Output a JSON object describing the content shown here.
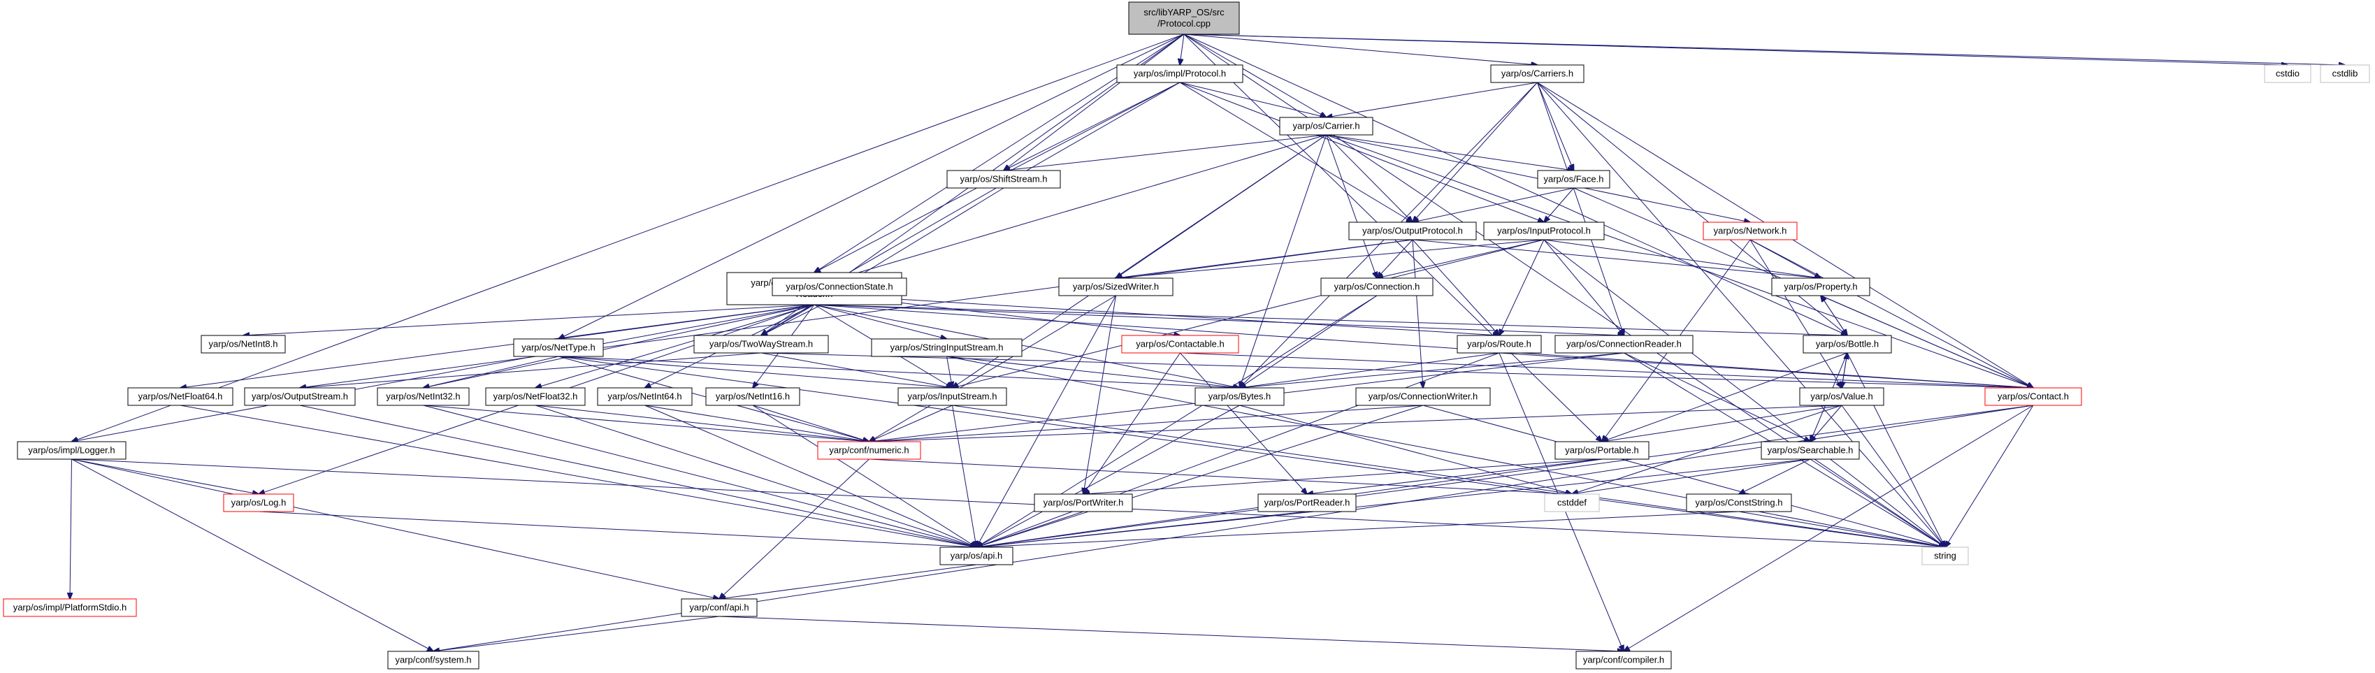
{
  "colors": {
    "root_fill": "#bfbfbf",
    "node_fill": "#ffffff",
    "node_border": "#000000",
    "red_border": "#ff0000",
    "external_border": "#bfbfbf",
    "edge": "#191970"
  },
  "nodes": [
    {
      "id": "root",
      "lines": [
        "src/libYARP_OS/src",
        "/Protocol.cpp"
      ],
      "style": "root"
    },
    {
      "id": "implprotocol",
      "lines": [
        "yarp/os/impl/Protocol.h"
      ],
      "style": "normal"
    },
    {
      "id": "carriers",
      "lines": [
        "yarp/os/Carriers.h"
      ],
      "style": "normal"
    },
    {
      "id": "cstdio",
      "lines": [
        "cstdio"
      ],
      "style": "external"
    },
    {
      "id": "cstdlib",
      "lines": [
        "cstdlib"
      ],
      "style": "external"
    },
    {
      "id": "carrier",
      "lines": [
        "yarp/os/Carrier.h"
      ],
      "style": "normal"
    },
    {
      "id": "shiftstream",
      "lines": [
        "yarp/os/ShiftStream.h"
      ],
      "style": "normal"
    },
    {
      "id": "face",
      "lines": [
        "yarp/os/Face.h"
      ],
      "style": "normal"
    },
    {
      "id": "outputprotocol",
      "lines": [
        "yarp/os/OutputProtocol.h"
      ],
      "style": "normal"
    },
    {
      "id": "inputprotocol",
      "lines": [
        "yarp/os/InputProtocol.h"
      ],
      "style": "normal"
    },
    {
      "id": "network",
      "lines": [
        "yarp/os/Network.h"
      ],
      "style": "red"
    },
    {
      "id": "streamconn",
      "lines": [
        "yarp/os/impl/StreamConnection",
        "Reader.h"
      ],
      "style": "normal"
    },
    {
      "id": "connstate",
      "lines": [
        "yarp/os/ConnectionState.h"
      ],
      "style": "normal"
    },
    {
      "id": "sizedwriter",
      "lines": [
        "yarp/os/SizedWriter.h"
      ],
      "style": "normal"
    },
    {
      "id": "connection",
      "lines": [
        "yarp/os/Connection.h"
      ],
      "style": "normal"
    },
    {
      "id": "property",
      "lines": [
        "yarp/os/Property.h"
      ],
      "style": "normal"
    },
    {
      "id": "netint8",
      "lines": [
        "yarp/os/NetInt8.h"
      ],
      "style": "normal"
    },
    {
      "id": "twowaystream",
      "lines": [
        "yarp/os/TwoWayStream.h"
      ],
      "style": "normal"
    },
    {
      "id": "contactable",
      "lines": [
        "yarp/os/Contactable.h"
      ],
      "style": "red"
    },
    {
      "id": "route",
      "lines": [
        "yarp/os/Route.h"
      ],
      "style": "normal"
    },
    {
      "id": "connreader",
      "lines": [
        "yarp/os/ConnectionReader.h"
      ],
      "style": "normal"
    },
    {
      "id": "bottle",
      "lines": [
        "yarp/os/Bottle.h"
      ],
      "style": "normal"
    },
    {
      "id": "nettype",
      "lines": [
        "yarp/os/NetType.h"
      ],
      "style": "normal"
    },
    {
      "id": "stringinputstream",
      "lines": [
        "yarp/os/StringInputStream.h"
      ],
      "style": "normal"
    },
    {
      "id": "netfloat64",
      "lines": [
        "yarp/os/NetFloat64.h"
      ],
      "style": "normal"
    },
    {
      "id": "outputstream",
      "lines": [
        "yarp/os/OutputStream.h"
      ],
      "style": "normal"
    },
    {
      "id": "netint32",
      "lines": [
        "yarp/os/NetInt32.h"
      ],
      "style": "normal"
    },
    {
      "id": "netfloat32",
      "lines": [
        "yarp/os/NetFloat32.h"
      ],
      "style": "normal"
    },
    {
      "id": "netint64",
      "lines": [
        "yarp/os/NetInt64.h"
      ],
      "style": "normal"
    },
    {
      "id": "netint16",
      "lines": [
        "yarp/os/NetInt16.h"
      ],
      "style": "normal"
    },
    {
      "id": "inputstream",
      "lines": [
        "yarp/os/InputStream.h"
      ],
      "style": "normal"
    },
    {
      "id": "bytes",
      "lines": [
        "yarp/os/Bytes.h"
      ],
      "style": "normal"
    },
    {
      "id": "connwriter",
      "lines": [
        "yarp/os/ConnectionWriter.h"
      ],
      "style": "normal"
    },
    {
      "id": "contact",
      "lines": [
        "yarp/os/Contact.h"
      ],
      "style": "red"
    },
    {
      "id": "value",
      "lines": [
        "yarp/os/Value.h"
      ],
      "style": "normal"
    },
    {
      "id": "logger",
      "lines": [
        "yarp/os/impl/Logger.h"
      ],
      "style": "normal"
    },
    {
      "id": "numeric",
      "lines": [
        "yarp/conf/numeric.h"
      ],
      "style": "red"
    },
    {
      "id": "portable",
      "lines": [
        "yarp/os/Portable.h"
      ],
      "style": "normal"
    },
    {
      "id": "searchable",
      "lines": [
        "yarp/os/Searchable.h"
      ],
      "style": "normal"
    },
    {
      "id": "log",
      "lines": [
        "yarp/os/Log.h"
      ],
      "style": "red"
    },
    {
      "id": "cstddef",
      "lines": [
        "cstddef"
      ],
      "style": "external"
    },
    {
      "id": "portwriter",
      "lines": [
        "yarp/os/PortWriter.h"
      ],
      "style": "normal"
    },
    {
      "id": "portreader",
      "lines": [
        "yarp/os/PortReader.h"
      ],
      "style": "normal"
    },
    {
      "id": "conststring",
      "lines": [
        "yarp/os/ConstString.h"
      ],
      "style": "normal"
    },
    {
      "id": "osapi",
      "lines": [
        "yarp/os/api.h"
      ],
      "style": "normal"
    },
    {
      "id": "string",
      "lines": [
        "string"
      ],
      "style": "external"
    },
    {
      "id": "platformstdio",
      "lines": [
        "yarp/os/impl/PlatformStdio.h"
      ],
      "style": "red"
    },
    {
      "id": "confapi",
      "lines": [
        "yarp/conf/api.h"
      ],
      "style": "normal"
    },
    {
      "id": "system",
      "lines": [
        "yarp/conf/system.h"
      ],
      "style": "normal"
    },
    {
      "id": "compiler",
      "lines": [
        "yarp/conf/compiler.h"
      ],
      "style": "normal"
    }
  ],
  "edges": [
    [
      "root",
      "implprotocol"
    ],
    [
      "root",
      "carriers"
    ],
    [
      "root",
      "cstdio"
    ],
    [
      "root",
      "cstdlib"
    ],
    [
      "root",
      "carrier"
    ],
    [
      "root",
      "shiftstream"
    ],
    [
      "root",
      "streamconn"
    ],
    [
      "root",
      "nettype"
    ],
    [
      "root",
      "twowaystream"
    ],
    [
      "root",
      "logger"
    ],
    [
      "root",
      "bottle"
    ],
    [
      "root",
      "portable"
    ],
    [
      "root",
      "string"
    ],
    [
      "implprotocol",
      "carrier"
    ],
    [
      "implprotocol",
      "shiftstream"
    ],
    [
      "implprotocol",
      "streamconn"
    ],
    [
      "implprotocol",
      "connstate"
    ],
    [
      "implprotocol",
      "outputprotocol"
    ],
    [
      "implprotocol",
      "inputprotocol"
    ],
    [
      "carriers",
      "carrier"
    ],
    [
      "carriers",
      "face"
    ],
    [
      "carriers",
      "outputprotocol"
    ],
    [
      "carriers",
      "connreader"
    ],
    [
      "carriers",
      "bytes"
    ],
    [
      "carriers",
      "bottle"
    ],
    [
      "carriers",
      "contact"
    ],
    [
      "carriers",
      "string"
    ],
    [
      "carrier",
      "shiftstream"
    ],
    [
      "carrier",
      "face"
    ],
    [
      "carrier",
      "network"
    ],
    [
      "carrier",
      "outputprotocol"
    ],
    [
      "carrier",
      "connection"
    ],
    [
      "carrier",
      "sizedwriter"
    ],
    [
      "carrier",
      "bytes"
    ],
    [
      "carrier",
      "connstate"
    ],
    [
      "carrier",
      "inputstream"
    ],
    [
      "carrier",
      "contact"
    ],
    [
      "shiftstream",
      "twowaystream"
    ],
    [
      "face",
      "outputprotocol"
    ],
    [
      "face",
      "inputprotocol"
    ],
    [
      "face",
      "contact"
    ],
    [
      "outputprotocol",
      "connection"
    ],
    [
      "outputprotocol",
      "sizedwriter"
    ],
    [
      "outputprotocol",
      "route"
    ],
    [
      "outputprotocol",
      "property"
    ],
    [
      "outputprotocol",
      "connwriter"
    ],
    [
      "outputprotocol",
      "outputstream"
    ],
    [
      "inputprotocol",
      "connection"
    ],
    [
      "inputprotocol",
      "route"
    ],
    [
      "inputprotocol",
      "connreader"
    ],
    [
      "inputprotocol",
      "property"
    ],
    [
      "inputprotocol",
      "sizedwriter"
    ],
    [
      "inputprotocol",
      "inputstream"
    ],
    [
      "inputprotocol",
      "string"
    ],
    [
      "network",
      "property"
    ],
    [
      "network",
      "contact"
    ],
    [
      "network",
      "value"
    ],
    [
      "network",
      "portable"
    ],
    [
      "streamconn",
      "nettype"
    ],
    [
      "streamconn",
      "netint8"
    ],
    [
      "streamconn",
      "twowaystream"
    ],
    [
      "streamconn",
      "stringinputstream"
    ],
    [
      "streamconn",
      "netfloat64"
    ],
    [
      "streamconn",
      "netint32"
    ],
    [
      "streamconn",
      "netfloat32"
    ],
    [
      "streamconn",
      "netint64"
    ],
    [
      "streamconn",
      "netint16"
    ],
    [
      "streamconn",
      "inputstream"
    ],
    [
      "streamconn",
      "bytes"
    ],
    [
      "streamconn",
      "connreader"
    ],
    [
      "streamconn",
      "bottle"
    ],
    [
      "streamconn",
      "logger"
    ],
    [
      "streamconn",
      "contact"
    ],
    [
      "connstate",
      "twowaystream"
    ],
    [
      "connstate",
      "contactable"
    ],
    [
      "connstate",
      "route"
    ],
    [
      "connstate",
      "log"
    ],
    [
      "sizedwriter",
      "portwriter"
    ],
    [
      "sizedwriter",
      "osapi"
    ],
    [
      "sizedwriter",
      "numeric"
    ],
    [
      "connection",
      "bytes"
    ],
    [
      "connection",
      "osapi"
    ],
    [
      "property",
      "bottle"
    ],
    [
      "property",
      "contact"
    ],
    [
      "twowaystream",
      "inputstream"
    ],
    [
      "twowaystream",
      "outputstream"
    ],
    [
      "twowaystream",
      "contact"
    ],
    [
      "contactable",
      "contact"
    ],
    [
      "contactable",
      "portwriter"
    ],
    [
      "contactable",
      "portreader"
    ],
    [
      "route",
      "contact"
    ],
    [
      "route",
      "bytes"
    ],
    [
      "route",
      "osapi"
    ],
    [
      "route",
      "compiler"
    ],
    [
      "connreader",
      "bytes"
    ],
    [
      "connreader",
      "searchable"
    ],
    [
      "connreader",
      "numeric"
    ],
    [
      "connreader",
      "string"
    ],
    [
      "bottle",
      "property"
    ],
    [
      "bottle",
      "value"
    ],
    [
      "bottle",
      "searchable"
    ],
    [
      "bottle",
      "portable"
    ],
    [
      "bottle",
      "string"
    ],
    [
      "nettype",
      "netint32"
    ],
    [
      "nettype",
      "inputstream"
    ],
    [
      "nettype",
      "bytes"
    ],
    [
      "nettype",
      "numeric"
    ],
    [
      "nettype",
      "string"
    ],
    [
      "stringinputstream",
      "inputstream"
    ],
    [
      "stringinputstream",
      "bytes"
    ],
    [
      "stringinputstream",
      "string"
    ],
    [
      "netfloat64",
      "osapi"
    ],
    [
      "outputstream",
      "osapi"
    ],
    [
      "netint32",
      "numeric"
    ],
    [
      "netint32",
      "osapi"
    ],
    [
      "netfloat32",
      "numeric"
    ],
    [
      "netfloat32",
      "osapi"
    ],
    [
      "netint64",
      "numeric"
    ],
    [
      "netint64",
      "osapi"
    ],
    [
      "netint16",
      "numeric"
    ],
    [
      "netint16",
      "osapi"
    ],
    [
      "inputstream",
      "numeric"
    ],
    [
      "inputstream",
      "osapi"
    ],
    [
      "inputstream",
      "string"
    ],
    [
      "bytes",
      "osapi"
    ],
    [
      "bytes",
      "cstddef"
    ],
    [
      "connwriter",
      "numeric"
    ],
    [
      "connwriter",
      "osapi"
    ],
    [
      "connwriter",
      "string"
    ],
    [
      "contact",
      "osapi"
    ],
    [
      "contact",
      "string"
    ],
    [
      "contact",
      "system"
    ],
    [
      "contact",
      "compiler"
    ],
    [
      "value",
      "bottle"
    ],
    [
      "value",
      "searchable"
    ],
    [
      "value",
      "portable"
    ],
    [
      "value",
      "cstddef"
    ],
    [
      "value",
      "string"
    ],
    [
      "value",
      "numeric"
    ],
    [
      "logger",
      "log"
    ],
    [
      "logger",
      "platformstdio"
    ],
    [
      "logger",
      "confapi"
    ],
    [
      "logger",
      "system"
    ],
    [
      "logger",
      "string"
    ],
    [
      "numeric",
      "confapi"
    ],
    [
      "numeric",
      "cstddef"
    ],
    [
      "portable",
      "portwriter"
    ],
    [
      "portable",
      "portreader"
    ],
    [
      "portable",
      "osapi"
    ],
    [
      "searchable",
      "conststring"
    ],
    [
      "searchable",
      "cstddef"
    ],
    [
      "searchable",
      "string"
    ],
    [
      "searchable",
      "osapi"
    ],
    [
      "conststring",
      "osapi"
    ],
    [
      "conststring",
      "string"
    ],
    [
      "log",
      "osapi"
    ],
    [
      "portwriter",
      "osapi"
    ],
    [
      "portreader",
      "osapi"
    ],
    [
      "osapi",
      "confapi"
    ],
    [
      "confapi",
      "system"
    ],
    [
      "confapi",
      "compiler"
    ]
  ]
}
